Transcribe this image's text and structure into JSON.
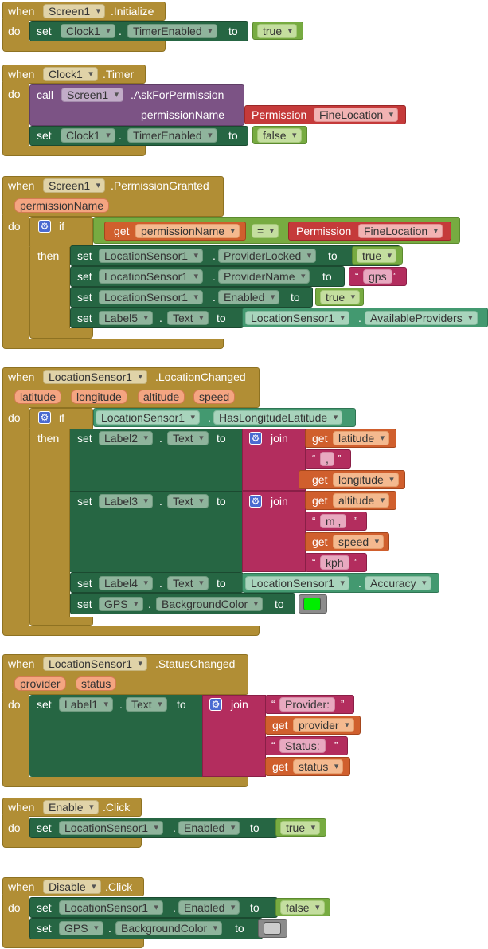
{
  "kw": {
    "when": "when",
    "do": "do",
    "set": "set",
    "to": "to",
    "call": "call",
    "if": "if",
    "then": "then",
    "get": "get",
    "join": "join",
    "eq": "=",
    "permission": "Permission",
    "dot": ".",
    "permissionName_param": "permissionName"
  },
  "b1": {
    "component": "Screen1",
    "event": ".Initialize",
    "target": "Clock1",
    "prop": "TimerEnabled",
    "value": "true"
  },
  "b2": {
    "component": "Clock1",
    "event": ".Timer",
    "callComp": "Screen1",
    "method": ".AskForPermission",
    "argLabel": "permissionName",
    "permValue": "FineLocation",
    "target": "Clock1",
    "prop": "TimerEnabled",
    "value": "false"
  },
  "b3": {
    "component": "Screen1",
    "event": ".PermissionGranted",
    "param": "permissionName",
    "getVar": "permissionName",
    "permValue": "FineLocation",
    "rows": [
      {
        "comp": "LocationSensor1",
        "prop": "ProviderLocked",
        "value": "true"
      },
      {
        "comp": "LocationSensor1",
        "prop": "ProviderName",
        "value": "gps"
      },
      {
        "comp": "LocationSensor1",
        "prop": "Enabled",
        "value": "true"
      },
      {
        "comp": "Label5",
        "prop": "Text",
        "srcComp": "LocationSensor1",
        "srcProp": "AvailableProviders"
      }
    ]
  },
  "b4": {
    "component": "LocationSensor1",
    "event": ".LocationChanged",
    "params": [
      "latitude",
      "longitude",
      "altitude",
      "speed"
    ],
    "condComp": "LocationSensor1",
    "condProp": "HasLongitudeLatitude",
    "label2": "Label2",
    "label3": "Label3",
    "label4": "Label4",
    "prop": "Text",
    "join1": [
      "latitude",
      ",",
      "longitude"
    ],
    "join2": [
      "altitude",
      "m ,",
      "speed",
      "kph"
    ],
    "accComp": "LocationSensor1",
    "accProp": "Accuracy",
    "gps": "GPS",
    "bgProp": "BackgroundColor",
    "color": "#00ee00"
  },
  "b5": {
    "component": "LocationSensor1",
    "event": ".StatusChanged",
    "params": [
      "provider",
      "status"
    ],
    "target": "Label1",
    "prop": "Text",
    "join": [
      "Provider:",
      "provider",
      "Status:",
      "status"
    ]
  },
  "b6": {
    "component": "Enable",
    "event": ".Click",
    "target": "LocationSensor1",
    "prop": "Enabled",
    "value": "true"
  },
  "b7": {
    "component": "Disable",
    "event": ".Click",
    "target": "LocationSensor1",
    "prop": "Enabled",
    "value": "false",
    "gps": "GPS",
    "bgProp": "BackgroundColor",
    "color": "#cccccc"
  },
  "colors": {
    "event": "#b18e35",
    "component": "#266643",
    "property": "#439970",
    "logic": "#77ab41",
    "procedure": "#7c5385",
    "permission": "#c53a3a",
    "text": "#b32d5e",
    "variable": "#d05f2d"
  }
}
